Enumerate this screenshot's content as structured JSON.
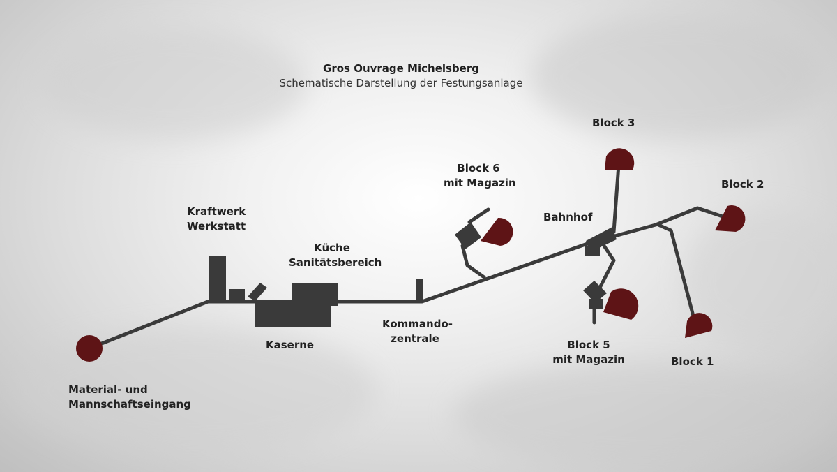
{
  "title": "Gros Ouvrage Michelsberg",
  "subtitle": "Schematische Darstellung der Festungsanlage",
  "labels": {
    "entrance": [
      "Material- und",
      "Mannschaftseingang"
    ],
    "power": [
      "Kraftwerk",
      "Werkstatt"
    ],
    "kitchen": [
      "Küche",
      "Sanitätsbereich"
    ],
    "barracks": "Kaserne",
    "command": [
      "Kommando-",
      "zentrale"
    ],
    "block6": [
      "Block 6",
      "mit Magazin"
    ],
    "station": "Bahnhof",
    "block3": "Block 3",
    "block2": "Block 2",
    "block5": [
      "Block 5",
      "mit Magazin"
    ],
    "block1": "Block 1"
  },
  "colors": {
    "tunnel": "#3a3a3a",
    "block": "#5e1416",
    "text": "#222222"
  }
}
